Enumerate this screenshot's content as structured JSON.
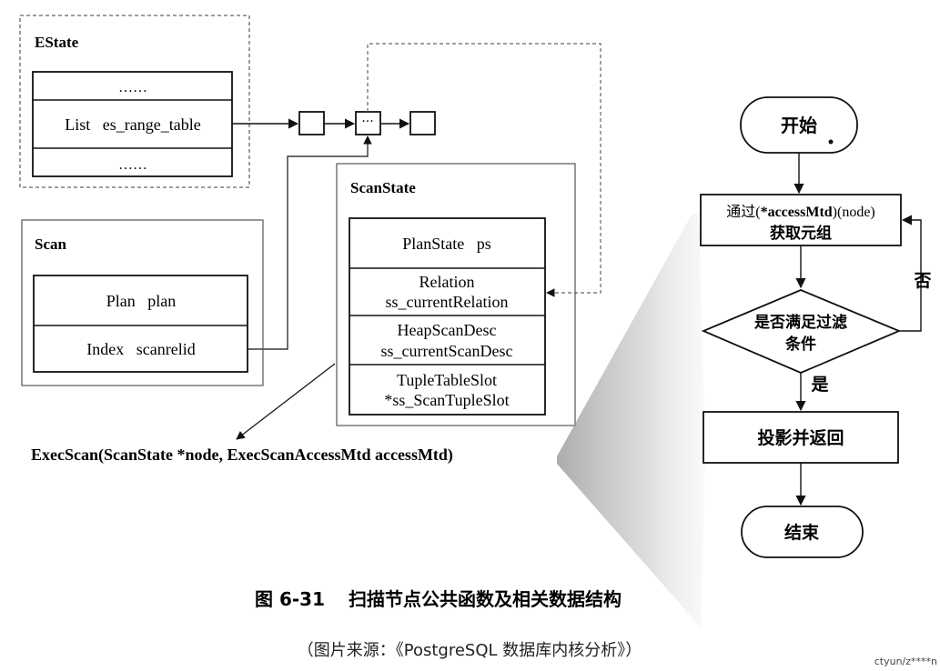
{
  "estate": {
    "title": "EState",
    "rows": [
      "……",
      "List   es_range_table",
      "……"
    ]
  },
  "scan": {
    "title": "Scan",
    "rows": [
      "Plan   plan",
      "Index   scanrelid"
    ]
  },
  "scanstate": {
    "title": "ScanState",
    "rows": [
      [
        "PlanState   ps"
      ],
      [
        "Relation",
        "ss_currentRelation"
      ],
      [
        "HeapScanDesc",
        "ss_currentScanDesc"
      ],
      [
        "TupleTableSlot",
        "*ss_ScanTupleSlot"
      ]
    ]
  },
  "list_node_dots": "···",
  "execscan_signature": "ExecScan(ScanState *node, ExecScanAccessMtd accessMtd)",
  "flowchart": {
    "start": "开始",
    "fetch_line1_prefix": "通过(",
    "fetch_line1_bold": "*accessMtd",
    "fetch_line1_suffix": ")(node)",
    "fetch_line2": "获取元组",
    "decision_line1": "是否满足过滤",
    "decision_line2": "条件",
    "no_label": "否",
    "yes_label": "是",
    "project": "投影并返回",
    "end": "结束"
  },
  "caption": {
    "number": "图 6-31",
    "title": "扫描节点公共函数及相关数据结构"
  },
  "source": "（图片来源：《PostgreSQL 数据库内核分析》）",
  "watermark": "ctyun/z****n"
}
